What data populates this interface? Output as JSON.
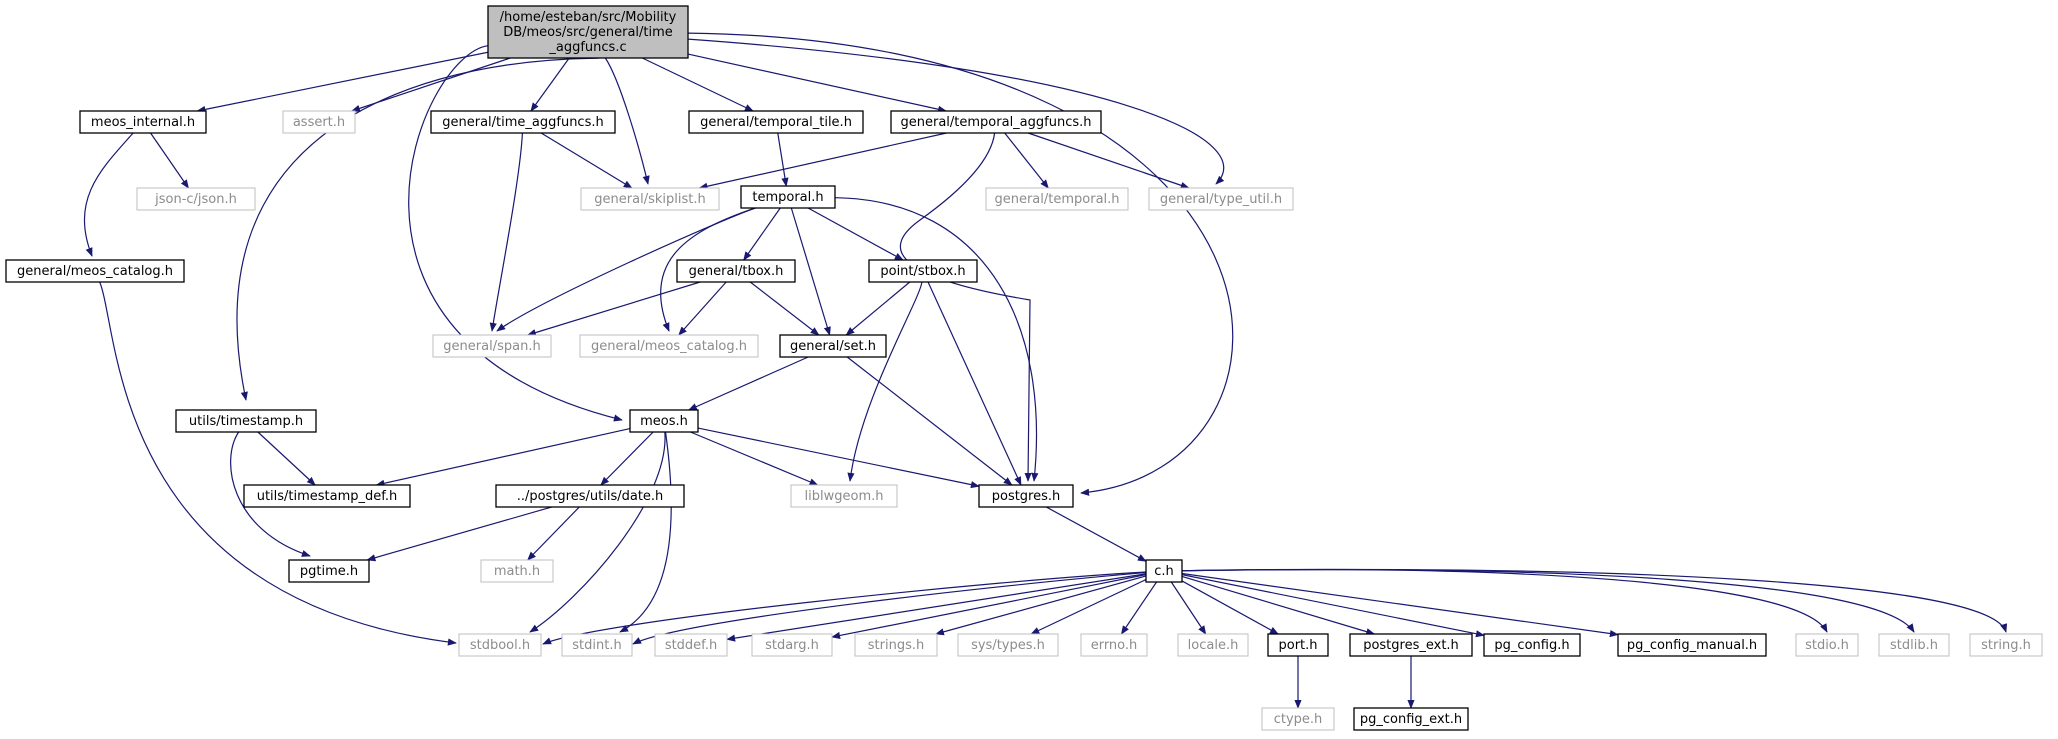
{
  "graph": {
    "title": "/home/esteban/src/MobilityDB/meos/src/general/time_aggfuncs.c",
    "colors": {
      "edge": "#191970",
      "root_fill": "#bfbfbf",
      "node_border": "#000000",
      "missing_border": "#bfbfbf",
      "missing_text": "#8c8c8c",
      "text": "#000000"
    },
    "nodes": [
      {
        "id": "root",
        "lines": [
          "/home/esteban/src/Mobility",
          "DB/meos/src/general/time",
          "_aggfuncs.c"
        ],
        "kind": "root"
      },
      {
        "id": "meos_internal",
        "lines": [
          "meos_internal.h"
        ],
        "kind": "documented"
      },
      {
        "id": "assert",
        "lines": [
          "assert.h"
        ],
        "kind": "missing"
      },
      {
        "id": "time_aggfuncs_h",
        "lines": [
          "general/time_aggfuncs.h"
        ],
        "kind": "documented"
      },
      {
        "id": "temporal_tile",
        "lines": [
          "general/temporal_tile.h"
        ],
        "kind": "documented"
      },
      {
        "id": "temporal_aggfuncs",
        "lines": [
          "general/temporal_aggfuncs.h"
        ],
        "kind": "documented"
      },
      {
        "id": "json",
        "lines": [
          "json-c/json.h"
        ],
        "kind": "missing"
      },
      {
        "id": "skiplist",
        "lines": [
          "general/skiplist.h"
        ],
        "kind": "missing"
      },
      {
        "id": "temporal",
        "lines": [
          "temporal.h"
        ],
        "kind": "documented"
      },
      {
        "id": "general_temporal",
        "lines": [
          "general/temporal.h"
        ],
        "kind": "missing"
      },
      {
        "id": "type_util",
        "lines": [
          "general/type_util.h"
        ],
        "kind": "missing"
      },
      {
        "id": "meos_catalog_doc",
        "lines": [
          "general/meos_catalog.h"
        ],
        "kind": "documented"
      },
      {
        "id": "tbox",
        "lines": [
          "general/tbox.h"
        ],
        "kind": "documented"
      },
      {
        "id": "stbox",
        "lines": [
          "point/stbox.h"
        ],
        "kind": "documented"
      },
      {
        "id": "span",
        "lines": [
          "general/span.h"
        ],
        "kind": "missing"
      },
      {
        "id": "meos_catalog_missing",
        "lines": [
          "general/meos_catalog.h"
        ],
        "kind": "missing"
      },
      {
        "id": "set",
        "lines": [
          "general/set.h"
        ],
        "kind": "documented"
      },
      {
        "id": "utils_timestamp",
        "lines": [
          "utils/timestamp.h"
        ],
        "kind": "documented"
      },
      {
        "id": "meos",
        "lines": [
          "meos.h"
        ],
        "kind": "documented"
      },
      {
        "id": "timestamp_def",
        "lines": [
          "utils/timestamp_def.h"
        ],
        "kind": "documented"
      },
      {
        "id": "date",
        "lines": [
          "../postgres/utils/date.h"
        ],
        "kind": "documented"
      },
      {
        "id": "liblwgeom",
        "lines": [
          "liblwgeom.h"
        ],
        "kind": "missing"
      },
      {
        "id": "postgres",
        "lines": [
          "postgres.h"
        ],
        "kind": "documented"
      },
      {
        "id": "pgtime",
        "lines": [
          "pgtime.h"
        ],
        "kind": "documented"
      },
      {
        "id": "math",
        "lines": [
          "math.h"
        ],
        "kind": "missing"
      },
      {
        "id": "c",
        "lines": [
          "c.h"
        ],
        "kind": "documented"
      },
      {
        "id": "stdbool",
        "lines": [
          "stdbool.h"
        ],
        "kind": "missing"
      },
      {
        "id": "stdint",
        "lines": [
          "stdint.h"
        ],
        "kind": "missing"
      },
      {
        "id": "stddef",
        "lines": [
          "stddef.h"
        ],
        "kind": "missing"
      },
      {
        "id": "stdarg",
        "lines": [
          "stdarg.h"
        ],
        "kind": "missing"
      },
      {
        "id": "strings",
        "lines": [
          "strings.h"
        ],
        "kind": "missing"
      },
      {
        "id": "systypes",
        "lines": [
          "sys/types.h"
        ],
        "kind": "missing"
      },
      {
        "id": "errno",
        "lines": [
          "errno.h"
        ],
        "kind": "missing"
      },
      {
        "id": "locale",
        "lines": [
          "locale.h"
        ],
        "kind": "missing"
      },
      {
        "id": "port",
        "lines": [
          "port.h"
        ],
        "kind": "documented"
      },
      {
        "id": "postgres_ext",
        "lines": [
          "postgres_ext.h"
        ],
        "kind": "documented"
      },
      {
        "id": "pg_config",
        "lines": [
          "pg_config.h"
        ],
        "kind": "documented"
      },
      {
        "id": "pg_config_manual",
        "lines": [
          "pg_config_manual.h"
        ],
        "kind": "documented"
      },
      {
        "id": "stdio",
        "lines": [
          "stdio.h"
        ],
        "kind": "missing"
      },
      {
        "id": "stdlib",
        "lines": [
          "stdlib.h"
        ],
        "kind": "missing"
      },
      {
        "id": "string",
        "lines": [
          "string.h"
        ],
        "kind": "missing"
      },
      {
        "id": "ctype",
        "lines": [
          "ctype.h"
        ],
        "kind": "missing"
      },
      {
        "id": "pg_config_ext",
        "lines": [
          "pg_config_ext.h"
        ],
        "kind": "documented"
      }
    ],
    "edges": [
      [
        "root",
        "meos_internal"
      ],
      [
        "root",
        "assert"
      ],
      [
        "root",
        "time_aggfuncs_h"
      ],
      [
        "root",
        "temporal_tile"
      ],
      [
        "root",
        "temporal_aggfuncs"
      ],
      [
        "root",
        "skiplist"
      ],
      [
        "root",
        "type_util"
      ],
      [
        "root",
        "utils_timestamp"
      ],
      [
        "root",
        "meos"
      ],
      [
        "root",
        "postgres"
      ],
      [
        "meos_internal",
        "json"
      ],
      [
        "meos_internal",
        "meos_catalog_doc"
      ],
      [
        "meos_catalog_doc",
        "stdbool"
      ],
      [
        "time_aggfuncs_h",
        "skiplist"
      ],
      [
        "time_aggfuncs_h",
        "span"
      ],
      [
        "temporal_tile",
        "temporal"
      ],
      [
        "temporal_aggfuncs",
        "skiplist"
      ],
      [
        "temporal_aggfuncs",
        "general_temporal"
      ],
      [
        "temporal_aggfuncs",
        "type_util"
      ],
      [
        "temporal_aggfuncs",
        "postgres"
      ],
      [
        "temporal",
        "tbox"
      ],
      [
        "temporal",
        "stbox"
      ],
      [
        "temporal",
        "span"
      ],
      [
        "temporal",
        "meos_catalog_missing"
      ],
      [
        "temporal",
        "set"
      ],
      [
        "temporal",
        "postgres"
      ],
      [
        "tbox",
        "span"
      ],
      [
        "tbox",
        "meos_catalog_missing"
      ],
      [
        "tbox",
        "set"
      ],
      [
        "stbox",
        "set"
      ],
      [
        "stbox",
        "liblwgeom"
      ],
      [
        "stbox",
        "postgres"
      ],
      [
        "set",
        "meos"
      ],
      [
        "set",
        "postgres"
      ],
      [
        "utils_timestamp",
        "timestamp_def"
      ],
      [
        "utils_timestamp",
        "pgtime"
      ],
      [
        "meos",
        "timestamp_def"
      ],
      [
        "meos",
        "date"
      ],
      [
        "meos",
        "liblwgeom"
      ],
      [
        "meos",
        "postgres"
      ],
      [
        "meos",
        "stdbool"
      ],
      [
        "meos",
        "stdint"
      ],
      [
        "date",
        "pgtime"
      ],
      [
        "date",
        "math"
      ],
      [
        "postgres",
        "c"
      ],
      [
        "c",
        "stdbool"
      ],
      [
        "c",
        "stdint"
      ],
      [
        "c",
        "stddef"
      ],
      [
        "c",
        "stdarg"
      ],
      [
        "c",
        "strings"
      ],
      [
        "c",
        "systypes"
      ],
      [
        "c",
        "errno"
      ],
      [
        "c",
        "locale"
      ],
      [
        "c",
        "port"
      ],
      [
        "c",
        "postgres_ext"
      ],
      [
        "c",
        "pg_config"
      ],
      [
        "c",
        "pg_config_manual"
      ],
      [
        "c",
        "stdio"
      ],
      [
        "c",
        "stdlib"
      ],
      [
        "c",
        "string"
      ],
      [
        "port",
        "ctype"
      ],
      [
        "postgres_ext",
        "pg_config_ext"
      ]
    ]
  }
}
